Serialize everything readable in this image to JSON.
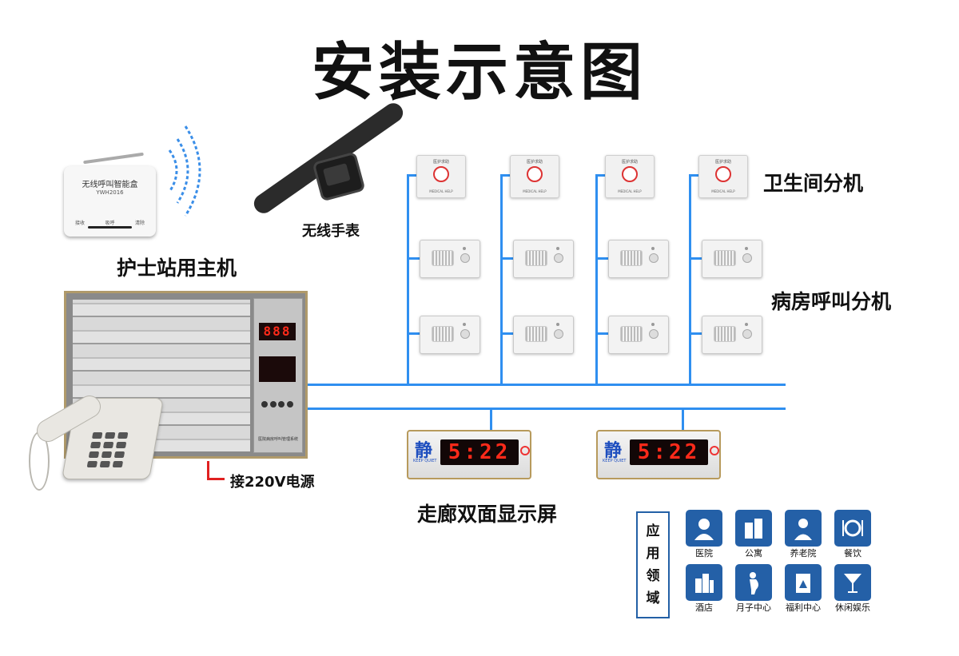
{
  "title": "安装示意图",
  "labels": {
    "nurse_station": "护士站用主机",
    "wireless_watch": "无线手表",
    "toilet_unit": "卫生间分机",
    "ward_unit": "病房呼叫分机",
    "power": "接220V电源",
    "corridor_display": "走廊双面显示屏"
  },
  "wireless_box": {
    "name": "无线呼叫智能盒",
    "model": "YWH2016",
    "indicators": [
      "接收",
      "吸呼",
      "清除"
    ]
  },
  "call_button": {
    "caption": "医护求助",
    "sub": "MEDICAL HELP"
  },
  "display": {
    "quiet": "静",
    "quiet_sub": "KEEP QUIET",
    "time": "5:22"
  },
  "panel": {
    "top_readout": "888",
    "footer": "医院病房呼叫管理系统"
  },
  "application": {
    "heading": [
      "应",
      "用",
      "领",
      "域"
    ],
    "items": [
      {
        "icon": "doctor-icon",
        "label": "医院"
      },
      {
        "icon": "apartment-icon",
        "label": "公寓"
      },
      {
        "icon": "elderly-icon",
        "label": "养老院"
      },
      {
        "icon": "dining-icon",
        "label": "餐饮"
      },
      {
        "icon": "hotel-icon",
        "label": "酒店"
      },
      {
        "icon": "pregnant-icon",
        "label": "月子中心"
      },
      {
        "icon": "welfare-icon",
        "label": "福利中心"
      },
      {
        "icon": "cocktail-icon",
        "label": "休闲娱乐"
      }
    ]
  },
  "colors": {
    "wire": "#2f8ff0",
    "accent_blue": "#2460a7",
    "led_red": "#ff2a1a",
    "frame_gold": "#b09a6a"
  }
}
